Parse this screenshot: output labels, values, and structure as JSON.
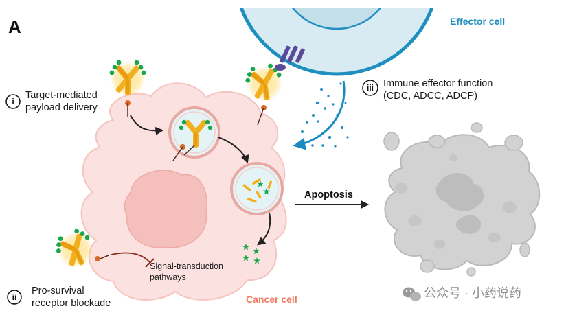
{
  "panel_label": "A",
  "effector_cell_label": "Effector cell",
  "cancer_cell_label": "Cancer cell",
  "apoptosis_label": "Apoptosis",
  "mechanisms": [
    {
      "numeral": "i",
      "line1": "Target-mediated",
      "line2": "payload delivery"
    },
    {
      "numeral": "ii",
      "line1": "Pro-survival",
      "line2": "receptor blockade"
    },
    {
      "numeral": "iii",
      "line1": "Immune effector function",
      "line2": "(CDC, ADCC, ADCP)"
    }
  ],
  "signal_label_line1": "Signal-transduction",
  "signal_label_line2": "pathways",
  "watermark": "公众号 · 小药说药",
  "colors": {
    "antibody": "#f2b01e",
    "payload": "#1aa64a",
    "cancer_cell": "#fbe1df",
    "effector_cell": "#d8ebf2",
    "effector_border": "#1f8fbf",
    "apoptotic_body": "#d2d2d2"
  }
}
